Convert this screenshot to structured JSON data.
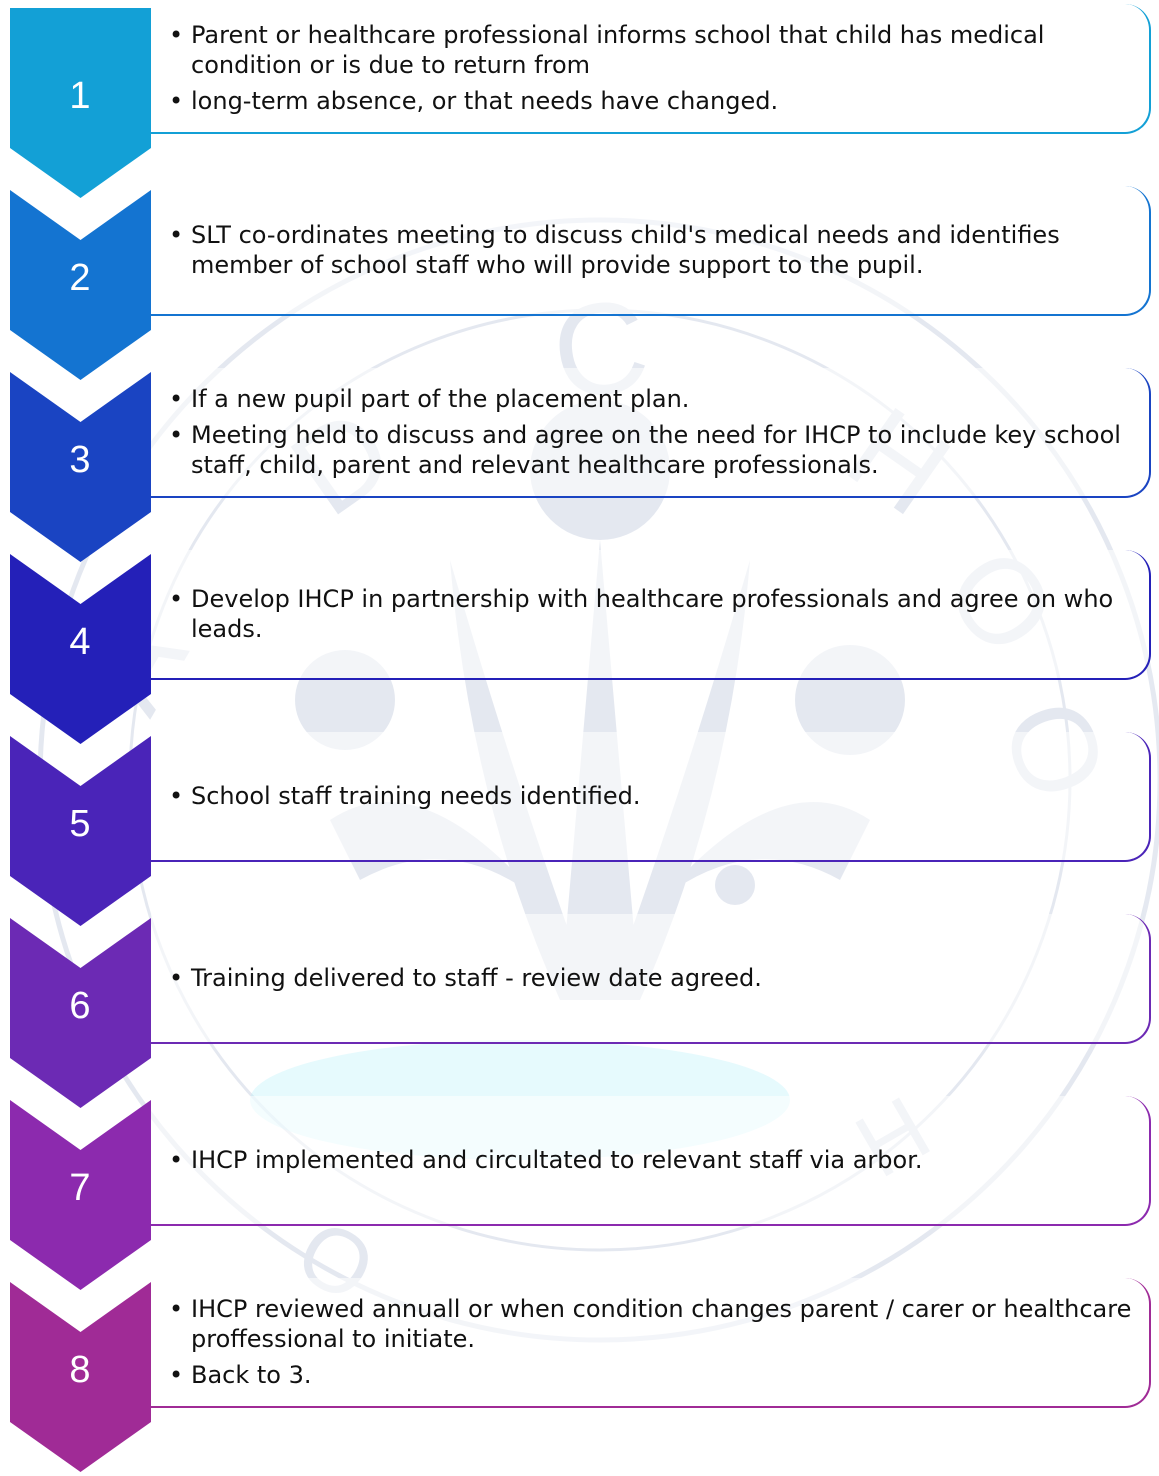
{
  "steps": [
    {
      "number": "1",
      "color": "#13A0D6",
      "items": [
        "Parent or healthcare professional informs school that child has medical condition or is due to return from",
        "long-term absence, or that needs have changed."
      ]
    },
    {
      "number": "2",
      "color": "#1474D1",
      "items": [
        "SLT co-ordinates meeting to discuss child's medical needs and identifies member of school staff who will provide support to the pupil."
      ]
    },
    {
      "number": "3",
      "color": "#1A44C2",
      "items": [
        "If a new pupil part of the placement plan.",
        "Meeting held to discuss and agree on the need for IHCP to include key school staff, child, parent and relevant healthcare professionals."
      ]
    },
    {
      "number": "4",
      "color": "#2420B8",
      "items": [
        "Develop IHCP in partnership with healthcare professionals and agree on who leads."
      ]
    },
    {
      "number": "5",
      "color": "#4A24B8",
      "items": [
        "School staff training needs identified."
      ]
    },
    {
      "number": "6",
      "color": "#6C2AB4",
      "items": [
        "Training delivered to staff - review date agreed."
      ]
    },
    {
      "number": "7",
      "color": "#8C2AAE",
      "items": [
        "IHCP implemented and circultated to relevant staff via arbor."
      ]
    },
    {
      "number": "8",
      "color": "#A02B96",
      "items": [
        "IHCP reviewed annuall or when condition changes parent / carer or healthcare proffessional to initiate.",
        "Back to 3."
      ]
    }
  ]
}
